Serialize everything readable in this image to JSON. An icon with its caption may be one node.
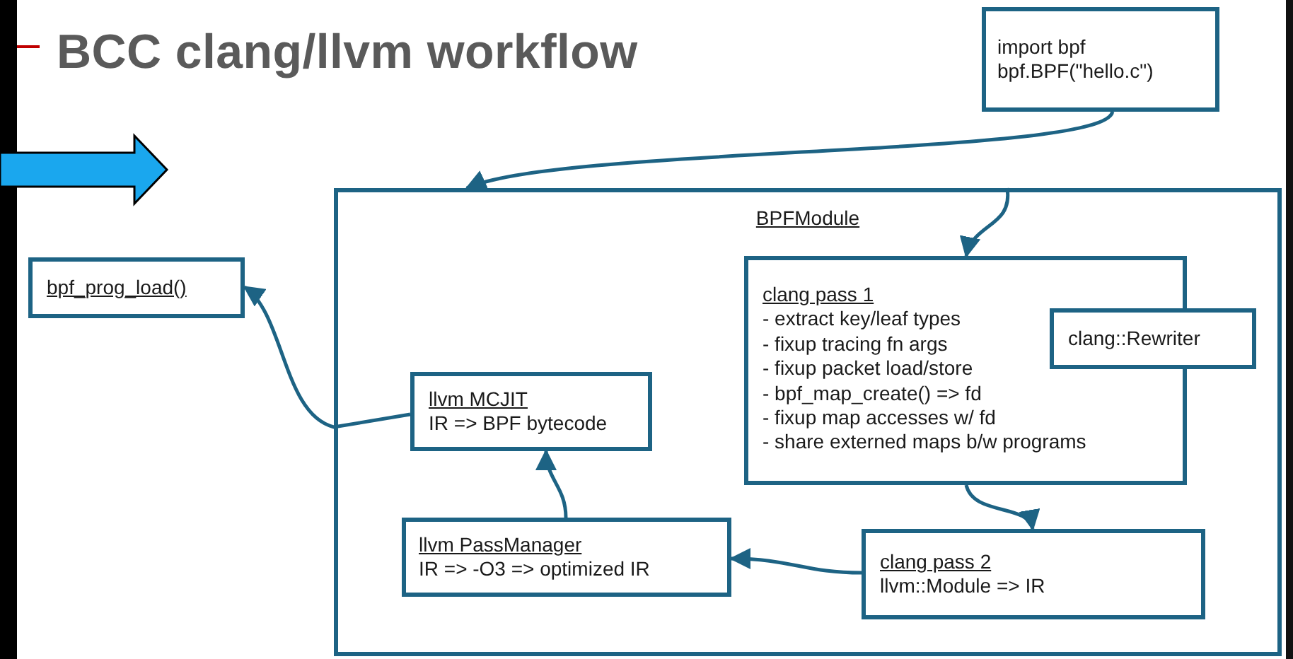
{
  "diagram": {
    "title": "BCC clang/llvm workflow",
    "nodes": [
      {
        "text": [
          "import bpf",
          "bpf.BPF(\"hello.c\")"
        ]
      },
      {
        "text": [
          "BPFModule"
        ]
      },
      {
        "text": [
          "clang pass 1",
          "- extract key/leaf types",
          "- fixup tracing fn args",
          "- fixup packet load/store",
          "- bpf_map_create() => fd",
          "- fixup map accesses w/ fd",
          "- share externed maps b/w programs"
        ],
        "in": 1
      },
      {
        "text": [
          "clang::Rewriter"
        ],
        "in": 1
      },
      {
        "text": [
          "llvm MCJIT",
          "IR => BPF bytecode"
        ],
        "in": 1
      },
      {
        "text": [
          "llvm PassManager",
          "IR => -O3 => optimized IR"
        ],
        "in": 1
      },
      {
        "text": [
          "clang pass 2",
          "llvm::Module => IR"
        ],
        "in": 1
      },
      {
        "text": [
          "bpf_prog_load()"
        ]
      }
    ],
    "edges": [
      {
        "from": 0,
        "to": 1,
        "arrow": "to"
      },
      {
        "from": 1,
        "to": 2,
        "arrow": "to"
      },
      {
        "from": 2,
        "to": 6,
        "arrow": "to"
      },
      {
        "from": 6,
        "to": 5,
        "arrow": "to"
      },
      {
        "from": 5,
        "to": 4,
        "arrow": "to"
      },
      {
        "from": 4,
        "to": 7,
        "arrow": "to"
      }
    ]
  }
}
